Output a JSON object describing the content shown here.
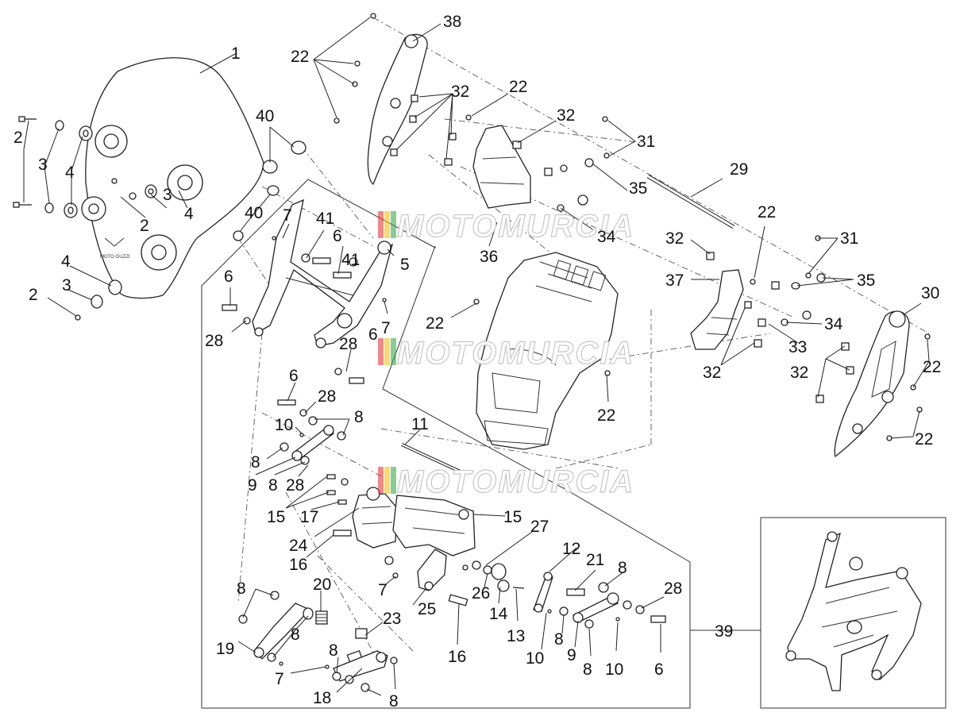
{
  "watermark": {
    "text": "MOTOMURCIA",
    "stripe_colors": [
      "#e23b3b",
      "#f0c020",
      "#3aa84a"
    ]
  },
  "windshield_logo": "MOTO GUZZI",
  "callouts": {
    "c1": "1",
    "c2a": "2",
    "c2b": "2",
    "c2c": "2",
    "c3a": "3",
    "c3b": "3",
    "c3c": "3",
    "c4a": "4",
    "c4b": "4",
    "c4c": "4",
    "c5": "5",
    "c6a": "6",
    "c6b": "6",
    "c6c": "6",
    "c6d": "6",
    "c6e": "6",
    "c7a": "7",
    "c7b": "7",
    "c7c": "7",
    "c7d": "7",
    "c8a": "8",
    "c8b": "8",
    "c8c": "8",
    "c8d": "8",
    "c8e": "8",
    "c8f": "8",
    "c8g": "8",
    "c8h": "8",
    "c8i": "8",
    "c8j": "8",
    "c9a": "9",
    "c9b": "9",
    "c10a": "10",
    "c10b": "10",
    "c10c": "10",
    "c11": "11",
    "c12": "12",
    "c13": "13",
    "c14": "14",
    "c15a": "15",
    "c15b": "15",
    "c16a": "16",
    "c16b": "16",
    "c17": "17",
    "c18": "18",
    "c19": "19",
    "c20": "20",
    "c21": "21",
    "c22a": "22",
    "c22b": "22",
    "c22c": "22",
    "c22d": "22",
    "c22e": "22",
    "c22f": "22",
    "c22g": "22",
    "c23": "23",
    "c24": "24",
    "c25": "25",
    "c26": "26",
    "c27": "27",
    "c28a": "28",
    "c28b": "28",
    "c28c": "28",
    "c28d": "28",
    "c28e": "28",
    "c29": "29",
    "c30": "30",
    "c31a": "31",
    "c31b": "31",
    "c32a": "32",
    "c32b": "32",
    "c32c": "32",
    "c32d": "32",
    "c32e": "32",
    "c33": "33",
    "c34a": "34",
    "c34b": "34",
    "c35a": "35",
    "c35b": "35",
    "c36": "36",
    "c37": "37",
    "c38": "38",
    "c39": "39",
    "c40a": "40",
    "c40b": "40",
    "c41a": "41",
    "c41b": "41"
  }
}
